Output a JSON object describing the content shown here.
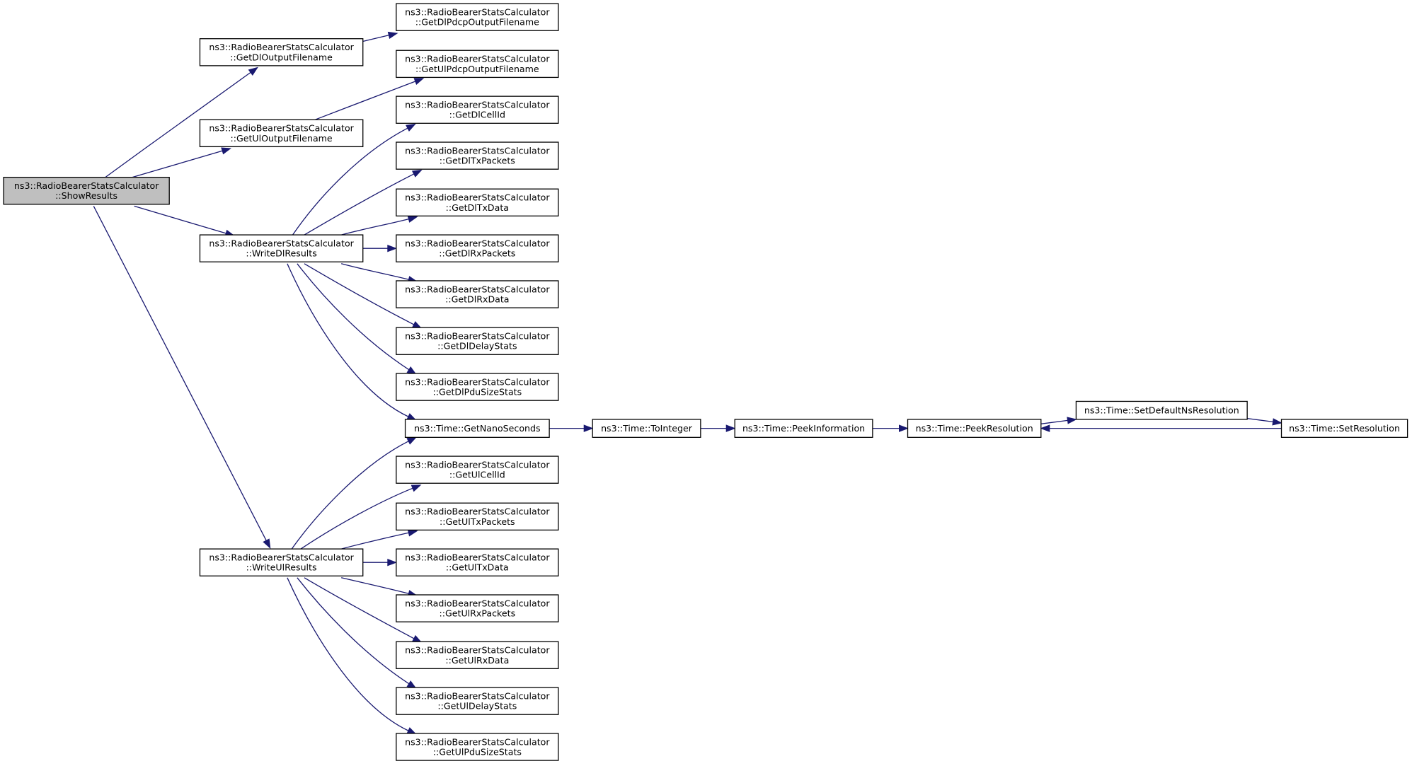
{
  "diagram": {
    "nodes": [
      {
        "id": "show",
        "lines": [
          "ns3::RadioBearerStatsCalculator",
          "::ShowResults"
        ],
        "root": true
      },
      {
        "id": "dlOut",
        "lines": [
          "ns3::RadioBearerStatsCalculator",
          "::GetDlOutputFilename"
        ]
      },
      {
        "id": "ulOut",
        "lines": [
          "ns3::RadioBearerStatsCalculator",
          "::GetUlOutputFilename"
        ]
      },
      {
        "id": "writeDl",
        "lines": [
          "ns3::RadioBearerStatsCalculator",
          "::WriteDlResults"
        ]
      },
      {
        "id": "writeUl",
        "lines": [
          "ns3::RadioBearerStatsCalculator",
          "::WriteUlResults"
        ]
      },
      {
        "id": "dlPdcp",
        "lines": [
          "ns3::RadioBearerStatsCalculator",
          "::GetDlPdcpOutputFilename"
        ]
      },
      {
        "id": "ulPdcp",
        "lines": [
          "ns3::RadioBearerStatsCalculator",
          "::GetUlPdcpOutputFilename"
        ]
      },
      {
        "id": "dlCell",
        "lines": [
          "ns3::RadioBearerStatsCalculator",
          "::GetDlCellId"
        ]
      },
      {
        "id": "dlTxP",
        "lines": [
          "ns3::RadioBearerStatsCalculator",
          "::GetDlTxPackets"
        ]
      },
      {
        "id": "dlTxD",
        "lines": [
          "ns3::RadioBearerStatsCalculator",
          "::GetDlTxData"
        ]
      },
      {
        "id": "dlRxP",
        "lines": [
          "ns3::RadioBearerStatsCalculator",
          "::GetDlRxPackets"
        ]
      },
      {
        "id": "dlRxD",
        "lines": [
          "ns3::RadioBearerStatsCalculator",
          "::GetDlRxData"
        ]
      },
      {
        "id": "dlDelay",
        "lines": [
          "ns3::RadioBearerStatsCalculator",
          "::GetDlDelayStats"
        ]
      },
      {
        "id": "dlPdu",
        "lines": [
          "ns3::RadioBearerStatsCalculator",
          "::GetDlPduSizeStats"
        ]
      },
      {
        "id": "nano",
        "lines": [
          "ns3::Time::GetNanoSeconds"
        ]
      },
      {
        "id": "ulCell",
        "lines": [
          "ns3::RadioBearerStatsCalculator",
          "::GetUlCellId"
        ]
      },
      {
        "id": "ulTxP",
        "lines": [
          "ns3::RadioBearerStatsCalculator",
          "::GetUlTxPackets"
        ]
      },
      {
        "id": "ulTxD",
        "lines": [
          "ns3::RadioBearerStatsCalculator",
          "::GetUlTxData"
        ]
      },
      {
        "id": "ulRxP",
        "lines": [
          "ns3::RadioBearerStatsCalculator",
          "::GetUlRxPackets"
        ]
      },
      {
        "id": "ulRxD",
        "lines": [
          "ns3::RadioBearerStatsCalculator",
          "::GetUlRxData"
        ]
      },
      {
        "id": "ulDelay",
        "lines": [
          "ns3::RadioBearerStatsCalculator",
          "::GetUlDelayStats"
        ]
      },
      {
        "id": "ulPdu",
        "lines": [
          "ns3::RadioBearerStatsCalculator",
          "::GetUlPduSizeStats"
        ]
      },
      {
        "id": "toInt",
        "lines": [
          "ns3::Time::ToInteger"
        ]
      },
      {
        "id": "peekInfo",
        "lines": [
          "ns3::Time::PeekInformation"
        ]
      },
      {
        "id": "peekRes",
        "lines": [
          "ns3::Time::PeekResolution"
        ]
      },
      {
        "id": "setDef",
        "lines": [
          "ns3::Time::SetDefaultNsResolution"
        ]
      },
      {
        "id": "setRes",
        "lines": [
          "ns3::Time::SetResolution"
        ]
      }
    ],
    "edges": [
      [
        "show",
        "dlOut"
      ],
      [
        "show",
        "ulOut"
      ],
      [
        "show",
        "writeDl"
      ],
      [
        "show",
        "writeUl"
      ],
      [
        "dlOut",
        "dlPdcp"
      ],
      [
        "ulOut",
        "ulPdcp"
      ],
      [
        "writeDl",
        "dlCell"
      ],
      [
        "writeDl",
        "dlTxP"
      ],
      [
        "writeDl",
        "dlTxD"
      ],
      [
        "writeDl",
        "dlRxP"
      ],
      [
        "writeDl",
        "dlRxD"
      ],
      [
        "writeDl",
        "dlDelay"
      ],
      [
        "writeDl",
        "dlPdu"
      ],
      [
        "writeDl",
        "nano"
      ],
      [
        "writeUl",
        "nano"
      ],
      [
        "writeUl",
        "ulCell"
      ],
      [
        "writeUl",
        "ulTxP"
      ],
      [
        "writeUl",
        "ulTxD"
      ],
      [
        "writeUl",
        "ulRxP"
      ],
      [
        "writeUl",
        "ulRxD"
      ],
      [
        "writeUl",
        "ulDelay"
      ],
      [
        "writeUl",
        "ulPdu"
      ],
      [
        "nano",
        "toInt"
      ],
      [
        "toInt",
        "peekInfo"
      ],
      [
        "peekInfo",
        "peekRes"
      ],
      [
        "peekRes",
        "setDef"
      ],
      [
        "setDef",
        "setRes"
      ],
      [
        "setRes",
        "peekRes"
      ]
    ],
    "colors": {
      "edge": "#191970",
      "root_fill": "#bfbfbf",
      "node_fill": "#ffffff",
      "node_border": "#000000"
    }
  }
}
